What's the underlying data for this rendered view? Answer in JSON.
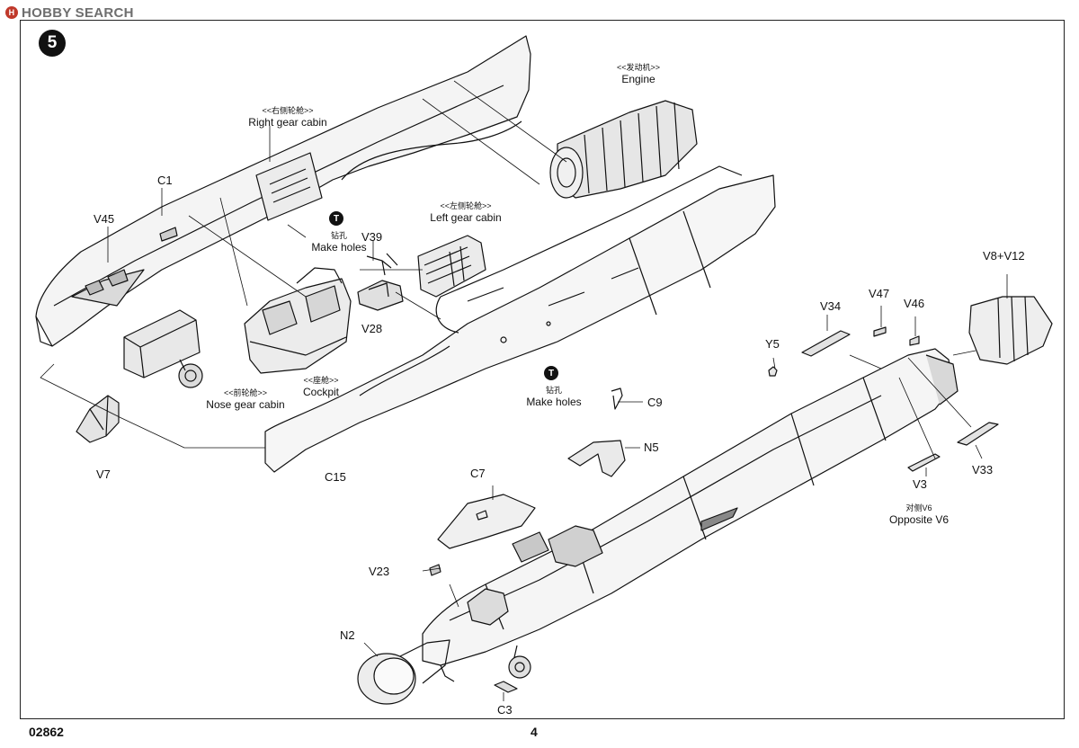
{
  "watermark": {
    "brand": "HOBBY",
    "suffix": "SEARCH",
    "logo_letter": "H"
  },
  "step": {
    "number": "5"
  },
  "footer": {
    "code": "02862",
    "page": "4"
  },
  "tool_icon": {
    "letter": "T"
  },
  "labels": {
    "engine_cn": "<<发动机>>",
    "engine_en": "Engine",
    "right_gear_cn": "<<右侧轮舱>>",
    "right_gear_en": "Right gear cabin",
    "left_gear_cn": "<<左侧轮舱>>",
    "left_gear_en": "Left gear cabin",
    "make_holes_cn": "钻孔",
    "make_holes_en": "Make holes",
    "nose_gear_cn": "<<前轮舱>>",
    "nose_gear_en": "Nose  gear cabin",
    "cockpit_cn": "<<座舱>>",
    "cockpit_en": "Cockpit",
    "opposite_cn": "对侧V6",
    "opposite_en": "Opposite V6"
  },
  "parts": {
    "c1": "C1",
    "v45": "V45",
    "v39": "V39",
    "v28": "V28",
    "v7": "V7",
    "c15": "C15",
    "v8v12": "V8+V12",
    "v34": "V34",
    "v47": "V47",
    "v46": "V46",
    "y5": "Y5",
    "c9": "C9",
    "n5": "N5",
    "v33": "V33",
    "v3": "V3",
    "c7": "C7",
    "v23": "V23",
    "n2": "N2",
    "c3": "C3"
  }
}
